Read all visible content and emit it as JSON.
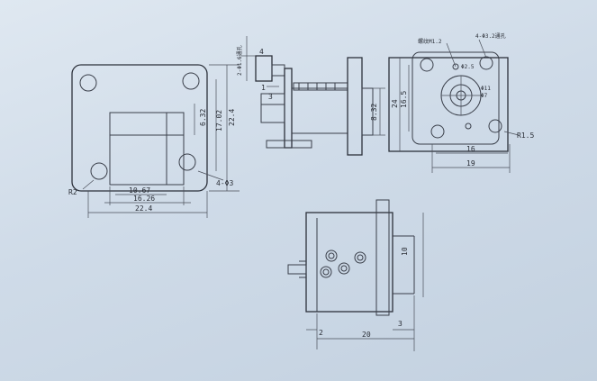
{
  "front_view": {
    "dim_r": "R2",
    "dim_width_inner": "10.67",
    "dim_width_mid": "16.26",
    "dim_width_outer": "22.4",
    "dim_height_a": "6.32",
    "dim_height_b": "17.02",
    "dim_height_c": "22.4",
    "dim_holes": "4-Φ3"
  },
  "side_view": {
    "dim_pins": "2-Φ1.6通孔",
    "dim_4": "4",
    "dim_1": "1",
    "dim_3": "3",
    "dim_8": "8.32"
  },
  "top_view": {
    "dim_hole_label": "4-Φ3.2通孔",
    "dim_bolt": "螺纹M1.2",
    "dim_d25": "Φ2.5",
    "dim_d11": "Φ11",
    "dim_d7": "Φ7",
    "dim_24": "24",
    "dim_16": "16.5",
    "dim_w16": "16",
    "dim_w19": "19",
    "dim_r15": "R1.5"
  },
  "bottom_view": {
    "dim_10": "10",
    "dim_2": "2",
    "dim_20": "20",
    "dim_3": "3"
  }
}
